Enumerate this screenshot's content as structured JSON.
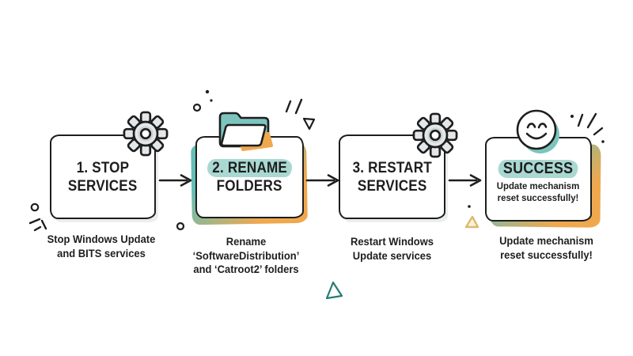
{
  "palette": {
    "ink": "#1e1e1e",
    "teal": "#7cc5be",
    "teal_light": "#a9d8d2",
    "teal_shadow": "#64bfb5",
    "teal_outline": "#257c74",
    "orange": "#f0a84e",
    "gear_fill": "#e4e7e9",
    "gray_shadow": "#ebedee",
    "tan_stroke": "#dcb96f",
    "tan_fill": "#fdf3da",
    "background": "#ffffff"
  },
  "icons": {
    "gear": "⚙",
    "folder": "📁",
    "smiley": "☺",
    "arrow": "→",
    "dot": "•",
    "circle": "○",
    "triangle": "△"
  },
  "steps": [
    {
      "icon": "gear-icon",
      "title_line1": "1. STOP",
      "title_line2": "SERVICES",
      "caption": "Stop Windows Update\nand BITS services"
    },
    {
      "icon": "folder-icon",
      "title_line1": "2. RENAME",
      "title_line2": "FOLDERS",
      "caption": "Rename\n‘SoftwareDistribution’\nand ‘Catroot2’ folders"
    },
    {
      "icon": "gear-icon",
      "title_line1": "3. RESTART",
      "title_line2": "SERVICES",
      "caption": "Restart Windows\nUpdate services"
    },
    {
      "icon": "smiley-icon",
      "title": "SUCCESS",
      "subtext": "Update mechanism\nreset successfully!",
      "caption": "Update mechanism\nreset successfully!"
    }
  ]
}
